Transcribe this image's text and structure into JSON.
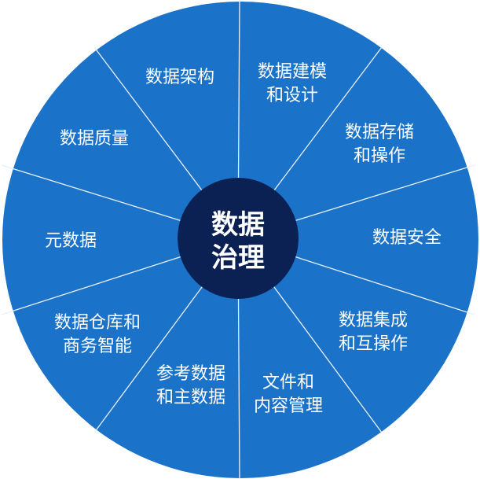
{
  "center": {
    "label_lines": [
      "数据",
      "治理"
    ]
  },
  "segments": [
    {
      "lines": [
        "数据建模",
        "和设计"
      ]
    },
    {
      "lines": [
        "数据存储",
        "和操作"
      ]
    },
    {
      "lines": [
        "数据安全"
      ]
    },
    {
      "lines": [
        "数据集成",
        "和互操作"
      ]
    },
    {
      "lines": [
        "文件和",
        "内容管理"
      ]
    },
    {
      "lines": [
        "参考数据",
        "和主数据"
      ]
    },
    {
      "lines": [
        "数据仓库和",
        "商务智能"
      ]
    },
    {
      "lines": [
        "元数据"
      ]
    },
    {
      "lines": [
        "数据质量"
      ]
    },
    {
      "lines": [
        "数据架构"
      ]
    }
  ],
  "colors": {
    "wheel": "#1b72c9",
    "divider": "#e8f1fb",
    "center": "#0b2154",
    "text": "#ffffff"
  }
}
